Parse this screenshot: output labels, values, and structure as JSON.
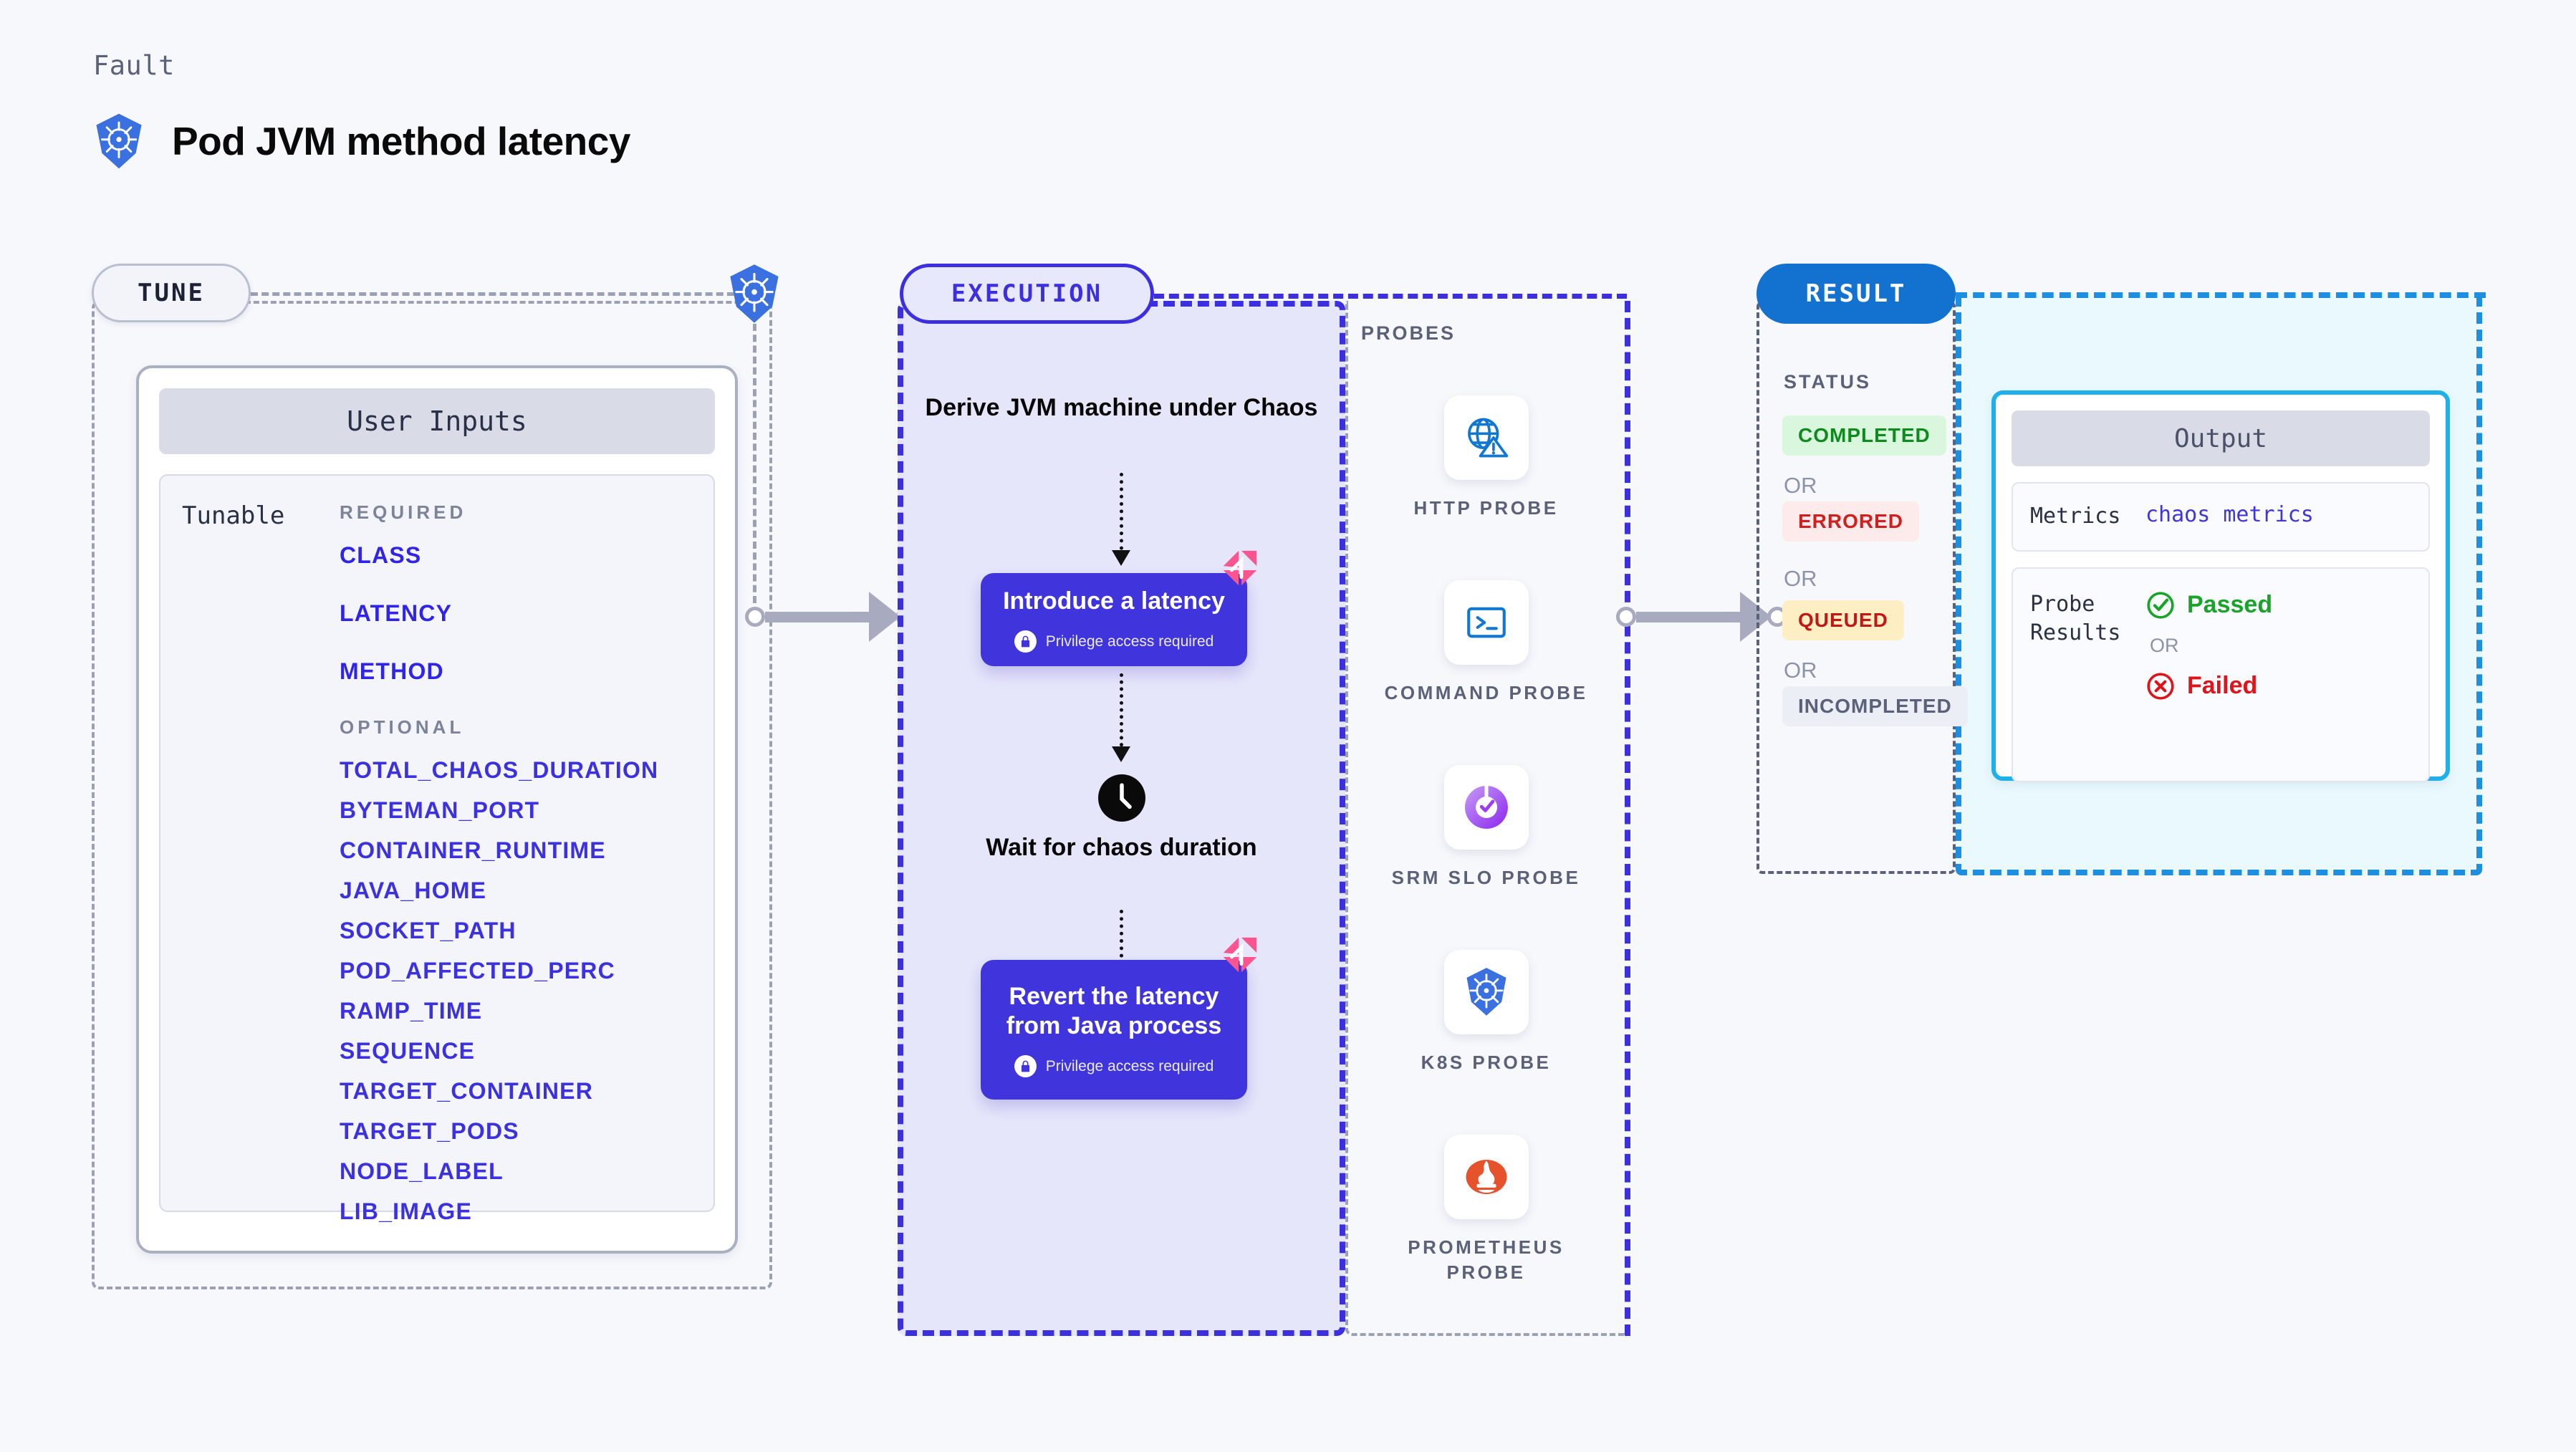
{
  "header": {
    "eyebrow": "Fault",
    "title": "Pod JVM method latency",
    "icon": "kubernetes-icon"
  },
  "tune": {
    "tag": "TUNE",
    "card_title": "User Inputs",
    "tunable_label": "Tunable",
    "required_heading": "REQUIRED",
    "optional_heading": "OPTIONAL",
    "required": [
      "CLASS",
      "LATENCY",
      "METHOD"
    ],
    "optional": [
      "TOTAL_CHAOS_DURATION",
      "BYTEMAN_PORT",
      "CONTAINER_RUNTIME",
      "JAVA_HOME",
      "SOCKET_PATH",
      "POD_AFFECTED_PERC",
      "RAMP_TIME",
      "SEQUENCE",
      "TARGET_CONTAINER",
      "TARGET_PODS",
      "NODE_LABEL",
      "LIB_IMAGE"
    ]
  },
  "execution": {
    "tag": "EXECUTION",
    "step_derive": "Derive JVM machine under Chaos",
    "card_introduce": {
      "title": "Introduce a latency",
      "privilege": "Privilege access required"
    },
    "step_wait": "Wait for chaos duration",
    "card_revert": {
      "title": "Revert the latency from Java process",
      "privilege": "Privilege access required"
    }
  },
  "probes": {
    "heading": "PROBES",
    "items": [
      {
        "label": "HTTP PROBE",
        "icon": "globe-warning-icon"
      },
      {
        "label": "COMMAND PROBE",
        "icon": "terminal-icon"
      },
      {
        "label": "SRM SLO PROBE",
        "icon": "slo-donut-check-icon"
      },
      {
        "label": "K8S PROBE",
        "icon": "kubernetes-icon"
      },
      {
        "label": "PROMETHEUS PROBE",
        "icon": "prometheus-icon"
      }
    ]
  },
  "result": {
    "tag": "RESULT",
    "status_heading": "STATUS",
    "or_label": "OR",
    "statuses": [
      {
        "label": "COMPLETED",
        "bg": "#d9f7dd",
        "fg": "#0f8a1e"
      },
      {
        "label": "ERRORED",
        "bg": "#fdeaea",
        "fg": "#cf1f1f"
      },
      {
        "label": "QUEUED",
        "bg": "#fdeec3",
        "fg": "#c01717"
      },
      {
        "label": "INCOMPLETED",
        "bg": "#eceef5",
        "fg": "#5b6178"
      }
    ],
    "output": {
      "title": "Output",
      "metrics_key": "Metrics",
      "metrics_value": "chaos metrics",
      "probe_results_key": "Probe Results",
      "passed": "Passed",
      "or_label": "OR",
      "failed": "Failed"
    }
  },
  "colors": {
    "accent_purple": "#4035dd",
    "accent_blue": "#1372cf",
    "accent_cyan": "#1fb0ea",
    "param_blue": "#3b31e0",
    "pink_badge": "#fa558e",
    "page_bg": "#f7f8fc"
  }
}
